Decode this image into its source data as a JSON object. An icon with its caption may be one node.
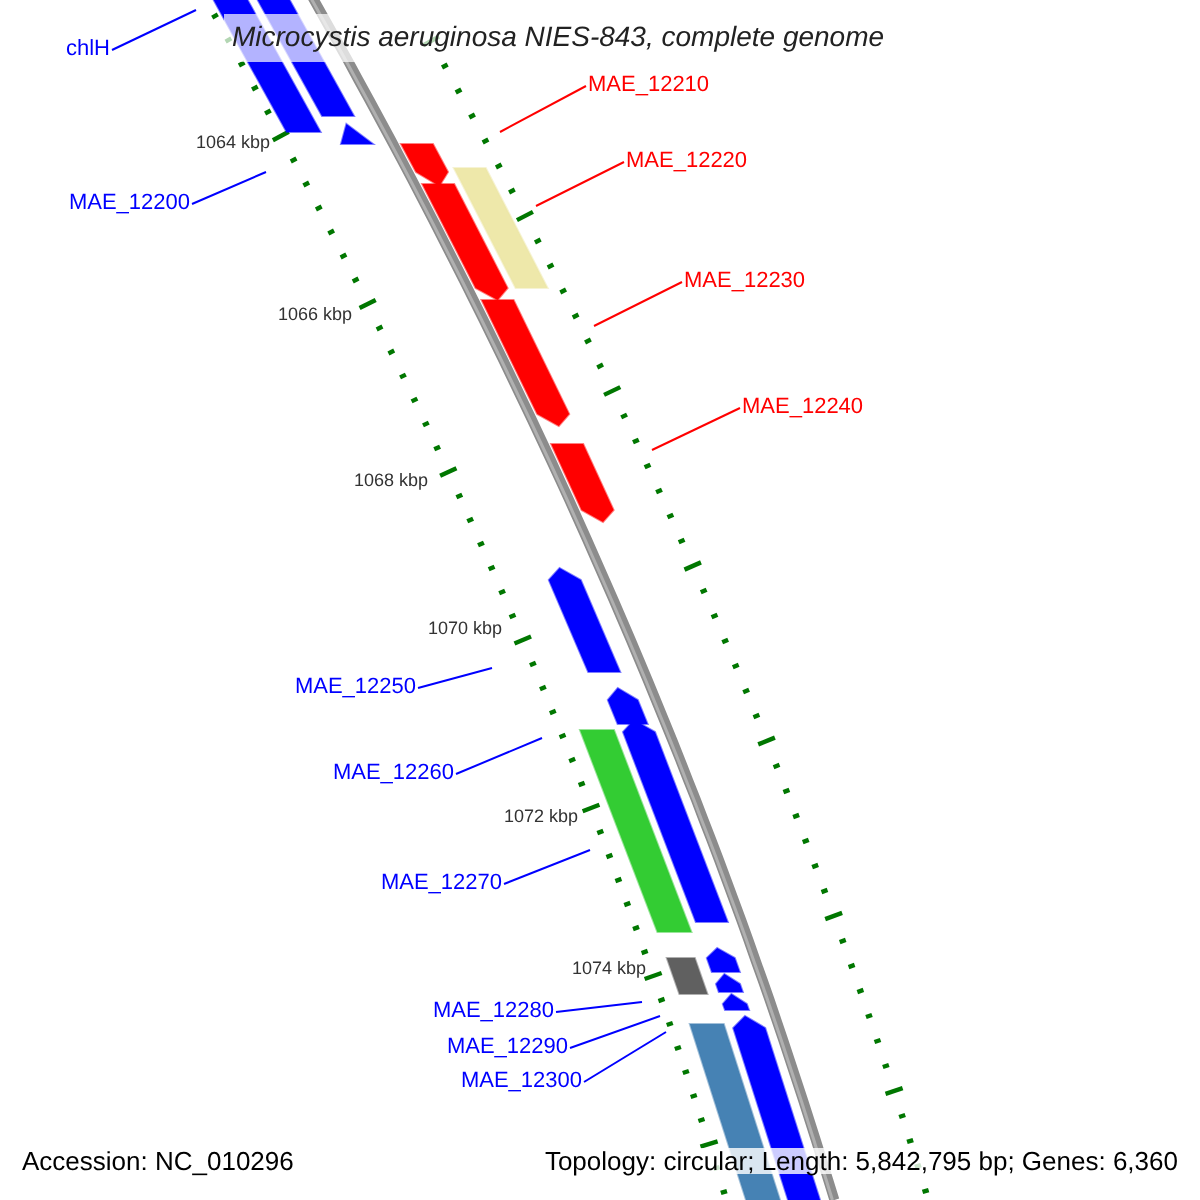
{
  "diagram": {
    "title": "Microcystis aeruginosa NIES-843, complete genome",
    "nodes": [
      {
        "text": [
          "chlH"
        ]
      },
      {
        "text": [
          "MAE_12200"
        ]
      },
      {
        "text": [
          "MAE_12210"
        ]
      },
      {
        "text": [
          "MAE_12220"
        ]
      },
      {
        "text": [
          "MAE_12230"
        ]
      },
      {
        "text": [
          "MAE_12240"
        ]
      },
      {
        "text": [
          "MAE_12250"
        ]
      },
      {
        "text": [
          "MAE_12260"
        ]
      },
      {
        "text": [
          "MAE_12270"
        ]
      },
      {
        "text": [
          "MAE_12280"
        ]
      },
      {
        "text": [
          "MAE_12290"
        ]
      },
      {
        "text": [
          "MAE_12300"
        ]
      }
    ],
    "edges": [
      {
        "from": 0,
        "to": null,
        "arrow": "none"
      },
      {
        "from": 1,
        "to": null,
        "arrow": "none"
      },
      {
        "from": 2,
        "to": null,
        "arrow": "none",
        "color": "#ff0000"
      },
      {
        "from": 3,
        "to": null,
        "arrow": "none",
        "color": "#ff0000"
      },
      {
        "from": 4,
        "to": null,
        "arrow": "none",
        "color": "#ff0000"
      },
      {
        "from": 5,
        "to": null,
        "arrow": "none",
        "color": "#ff0000"
      },
      {
        "from": 6,
        "to": null,
        "arrow": "none"
      },
      {
        "from": 7,
        "to": null,
        "arrow": "none"
      },
      {
        "from": 8,
        "to": null,
        "arrow": "none"
      },
      {
        "from": 9,
        "to": null,
        "arrow": "none"
      },
      {
        "from": 10,
        "to": null,
        "arrow": "none"
      },
      {
        "from": 11,
        "to": null,
        "arrow": "none"
      }
    ],
    "labels": [
      "1064 kbp",
      "1066 kbp",
      "1068 kbp",
      "1070 kbp",
      "1072 kbp",
      "1074 kbp",
      "Accession: NC_010296",
      "Topology: circular; Length: 5,842,795 bp; Genes: 6,360"
    ]
  }
}
